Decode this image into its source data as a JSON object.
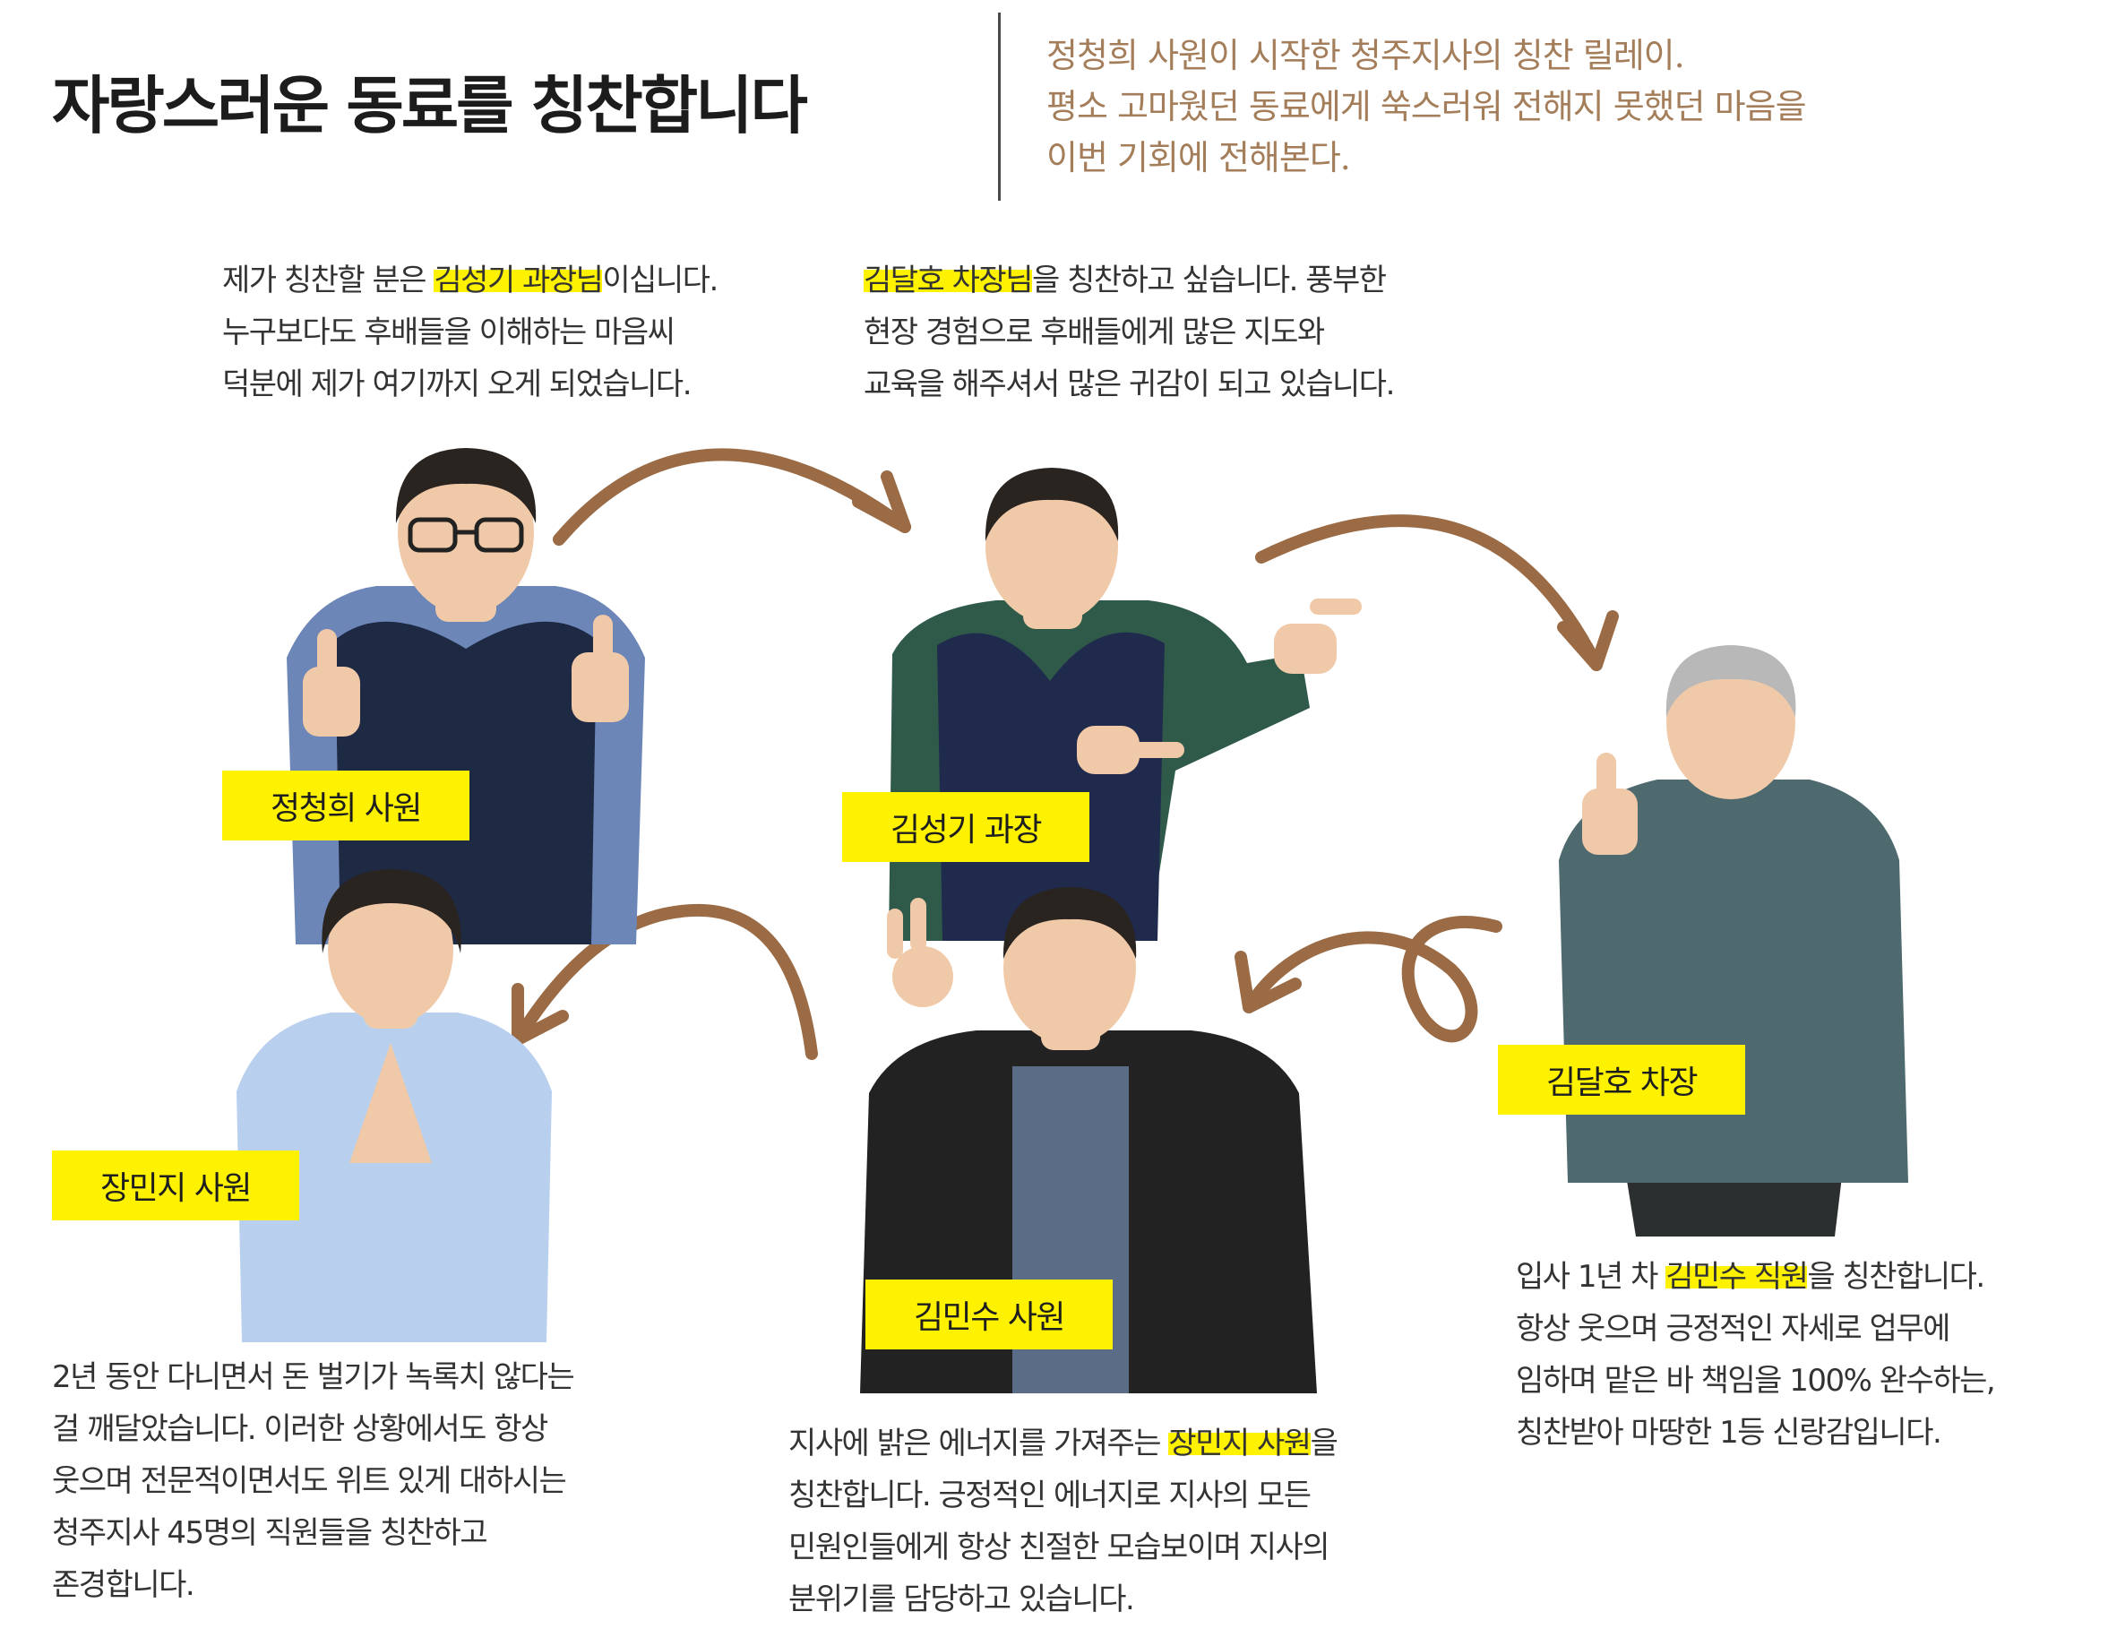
{
  "header": {
    "title": "자랑스러운 동료를 칭찬합니다",
    "intro_lines": [
      "정청희 사원이 시작한 청주지사의 칭찬 릴레이.",
      "평소 고마웠던 동료에게 쑥스러워 전해지 못했던 마음을",
      "이번 기회에 전해본다."
    ]
  },
  "people": [
    {
      "id": "jung-cheonghee",
      "name": "정청희 사원",
      "colors": {
        "shirt": "#6d86b8",
        "vest": "#1e2a44"
      }
    },
    {
      "id": "kim-seonggi",
      "name": "김성기 과장",
      "colors": {
        "shirt": "#2f5a4a",
        "vest": "#1f2a4d"
      }
    },
    {
      "id": "kim-dalho",
      "name": "김달호 차장",
      "colors": {
        "jacket": "#4f6a6e",
        "pants": "#2c2f30"
      }
    },
    {
      "id": "jang-minji",
      "name": "장민지 사원",
      "colors": {
        "shirt": "#b8d0ee"
      }
    },
    {
      "id": "kim-minsu",
      "name": "김민수 사원",
      "colors": {
        "shirt": "#5b6c86",
        "cardigan": "#222222"
      }
    }
  ],
  "messages": {
    "by_jung": {
      "lines": [
        [
          {
            "t": "제가 칭찬할 분은 "
          },
          {
            "t": "김성기 과장님",
            "hl": true
          },
          {
            "t": "이십니다."
          }
        ],
        [
          {
            "t": "누구보다도 후배들을 이해하는 마음씨"
          }
        ],
        [
          {
            "t": "덕분에 제가 여기까지 오게 되었습니다."
          }
        ]
      ]
    },
    "by_kim_seonggi": {
      "lines": [
        [
          {
            "t": "김달호 차장님",
            "hl": true
          },
          {
            "t": "을 칭찬하고 싶습니다. 풍부한"
          }
        ],
        [
          {
            "t": "현장 경험으로 후배들에게 많은 지도와"
          }
        ],
        [
          {
            "t": "교육을 해주셔서 많은 귀감이 되고 있습니다."
          }
        ]
      ]
    },
    "by_kim_dalho": {
      "lines": [
        [
          {
            "t": "입사 1년 차 "
          },
          {
            "t": "김민수 직원",
            "hl": true
          },
          {
            "t": "을 칭찬합니다."
          }
        ],
        [
          {
            "t": "항상 웃으며 긍정적인 자세로 업무에"
          }
        ],
        [
          {
            "t": "임하며 맡은 바 책임을 100% 완수하는,"
          }
        ],
        [
          {
            "t": "칭찬받아 마땅한 1등 신랑감입니다."
          }
        ]
      ]
    },
    "by_kim_minsu": {
      "lines": [
        [
          {
            "t": "지사에 밝은 에너지를 가져주는 "
          },
          {
            "t": "장민지 사원",
            "hl": true
          },
          {
            "t": "을"
          }
        ],
        [
          {
            "t": "칭찬합니다. 긍정적인 에너지로 지사의 모든"
          }
        ],
        [
          {
            "t": "민원인들에게 항상 친절한 모습보이며 지사의"
          }
        ],
        [
          {
            "t": "분위기를 담당하고 있습니다."
          }
        ]
      ]
    },
    "by_jang_minji": {
      "lines": [
        [
          {
            "t": "2년 동안 다니면서 돈 벌기가 녹록치 않다는"
          }
        ],
        [
          {
            "t": "걸 깨달았습니다. 이러한 상황에서도 항상"
          }
        ],
        [
          {
            "t": "웃으며 전문적이면서도 위트 있게 대하시는"
          }
        ],
        [
          {
            "t": "청주지사 45명의 직원들을 칭찬하고"
          }
        ],
        [
          {
            "t": "존경합니다."
          }
        ]
      ]
    }
  },
  "colors": {
    "arrow": "#9a6b45",
    "highlight": "#fff200",
    "intro_text": "#a47e5a",
    "title_text": "#1c1c1c",
    "skin": "#f0c9a8",
    "hair": "#2a2420",
    "hair_gray": "#b8b8b8"
  }
}
